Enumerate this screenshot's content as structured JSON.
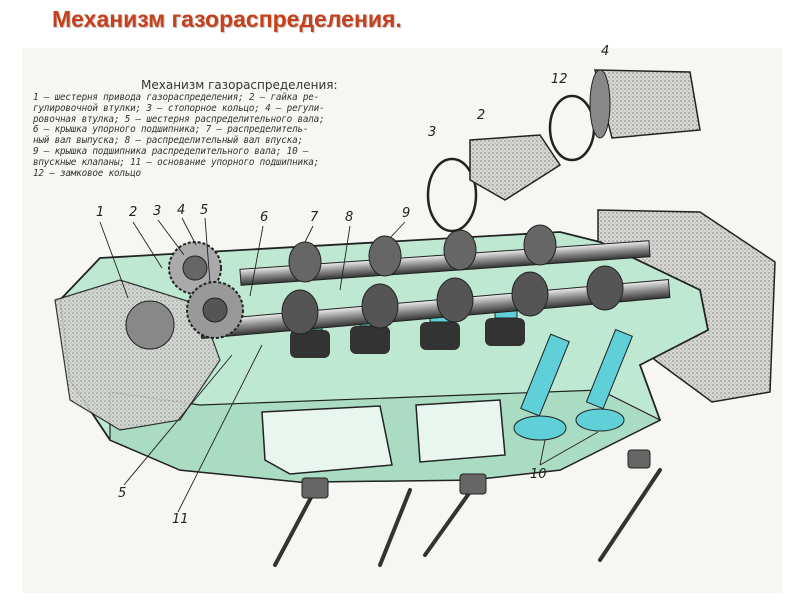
{
  "slide": {
    "title": "Механизм газораспределения."
  },
  "figure": {
    "heading": "Механизм газораспределения:",
    "legend_lines": [
      "1 — шестерня привода газораспределения; 2 — гайка ре-",
      "гулировочной втулки; 3 — стопорное кольцо; 4 — регули-",
      "ровочная втулка; 5 — шестерня распределительного вала;",
      "6 — крышка упорного подшипника; 7 — распределитель-",
      "ный вал выпуска; 8 — распределительный вал впуска;",
      "9 — крышка подшипника распределительного вала; 10 —",
      "впускные клапаны; 11 — основание упорного подшипника;",
      "12 — замковое кольцо"
    ],
    "callouts": {
      "n1": "1",
      "n2": "2",
      "n3": "3",
      "n4": "4",
      "n5": "5",
      "n6": "6",
      "n7": "7",
      "n8": "8",
      "n9": "9",
      "n10": "10",
      "n11": "11",
      "n12": "12",
      "n5b": "5",
      "n3b": "3",
      "n2b": "2",
      "n4b": "4"
    }
  },
  "colors": {
    "title": "#c6401c",
    "head_green": "#bfe8d2",
    "valve_cyan": "#5fd0d8",
    "metal": "#9a9a9a"
  }
}
